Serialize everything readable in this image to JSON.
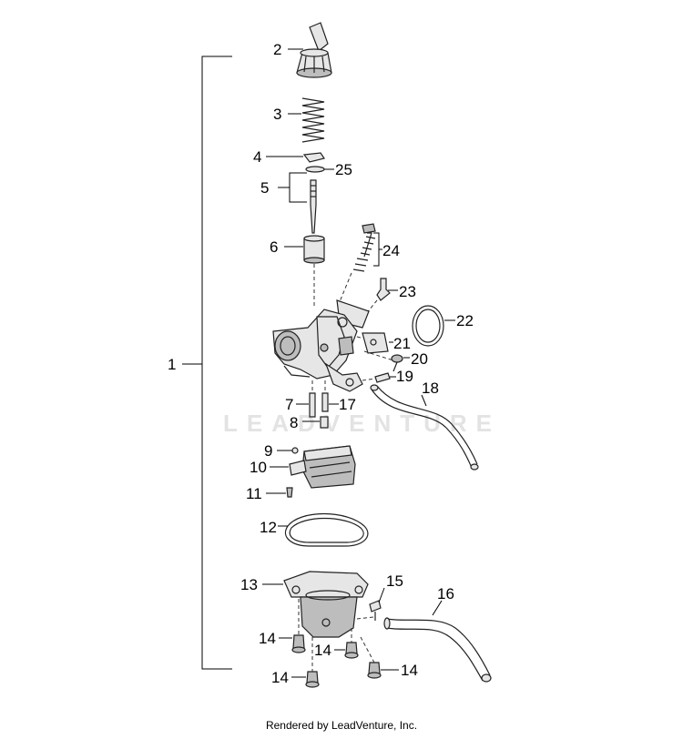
{
  "watermark": "LEADVENTURE",
  "footer": "Rendered by LeadVenture, Inc.",
  "callouts": {
    "c1": "1",
    "c2": "2",
    "c3": "3",
    "c4": "4",
    "c5": "5",
    "c6": "6",
    "c7": "7",
    "c8": "8",
    "c9": "9",
    "c10": "10",
    "c11": "11",
    "c12": "12",
    "c13": "13",
    "c14a": "14",
    "c14b": "14",
    "c14c": "14",
    "c14d": "14",
    "c15": "15",
    "c16": "16",
    "c17": "17",
    "c18": "18",
    "c19": "19",
    "c20": "20",
    "c21": "21",
    "c22": "22",
    "c23": "23",
    "c24": "24",
    "c25": "25"
  }
}
